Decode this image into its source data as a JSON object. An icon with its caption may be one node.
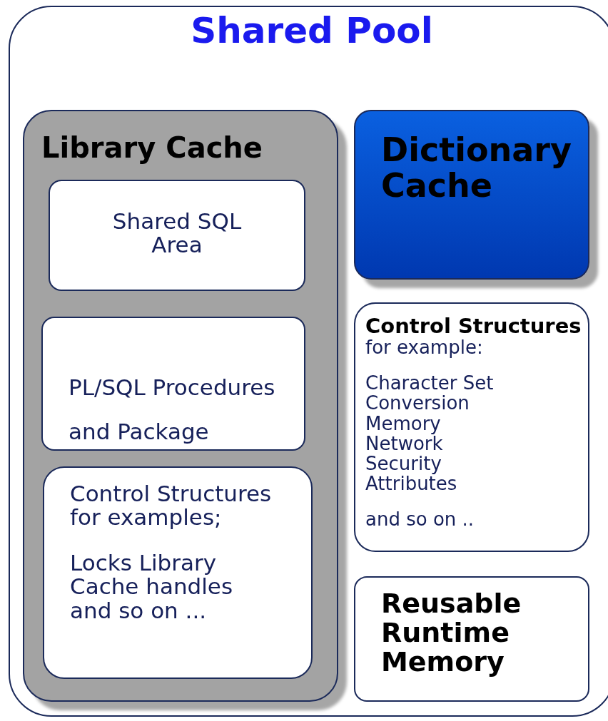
{
  "diagram": {
    "nodes": [
      {
        "text": [
          "Shared Pool"
        ]
      },
      {
        "text": [
          "Library Cache"
        ],
        "in": 0
      },
      {
        "text": [
          "Shared SQL Area"
        ],
        "in": 1
      },
      {
        "text": [
          "PL/SQL Procedures and Package"
        ],
        "in": 1
      },
      {
        "text": [
          "Control Structures for examples;",
          "Locks Library Cache handles and so on ..."
        ],
        "in": 1
      },
      {
        "text": [
          "Dictionary Cache"
        ],
        "in": 0
      },
      {
        "text": [
          "Control Structures",
          "for example:",
          "Character Set Conversion Memory Network Security Attributes",
          "and so on .."
        ],
        "in": 0
      },
      {
        "text": [
          "Reusable Runtime Memory"
        ],
        "in": 0
      }
    ],
    "edges": []
  }
}
